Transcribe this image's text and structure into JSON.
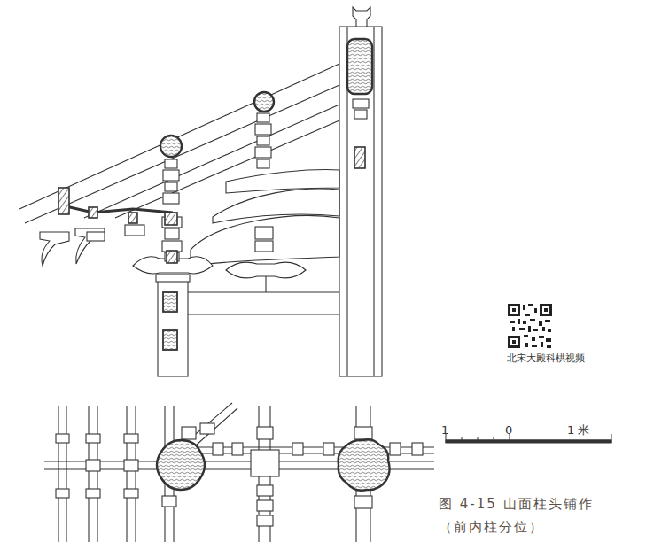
{
  "diagram": {
    "caption": "图 4-15 山面柱头铺作（前内柱分位）",
    "labels": [
      "1",
      "0",
      "1 米",
      "北宋大殿科栱视频"
    ]
  }
}
